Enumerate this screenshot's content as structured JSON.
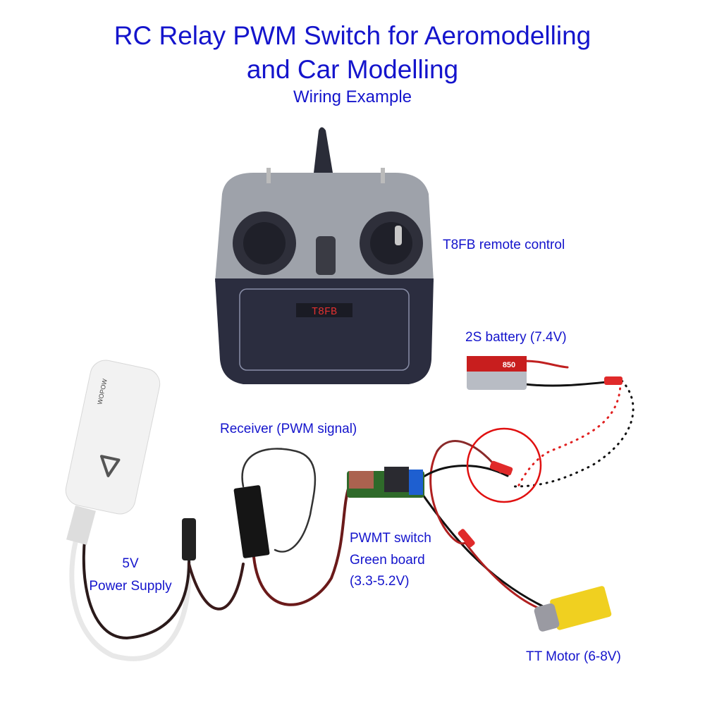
{
  "header": {
    "title_line1": "RC Relay PWM Switch for Aeromodelling",
    "title_line2": "and Car Modelling",
    "subtitle": "Wiring Example"
  },
  "labels": {
    "remote": "T8FB remote control",
    "battery": "2S battery (7.4V)",
    "receiver": "Receiver (PWM signal)",
    "switch_line1": "PWMT switch",
    "switch_line2": "Green board",
    "switch_line3": "(3.3-5.2V)",
    "power_line1": "5V",
    "power_line2": "Power Supply",
    "motor": "TT Motor (6-8V)"
  },
  "logos": {
    "remote_screen": "T8FB",
    "battery_brand": "850",
    "power_bank_brand": "WOPOW"
  },
  "colors": {
    "text": "#1414cc",
    "highlight_circle": "#e01010"
  }
}
